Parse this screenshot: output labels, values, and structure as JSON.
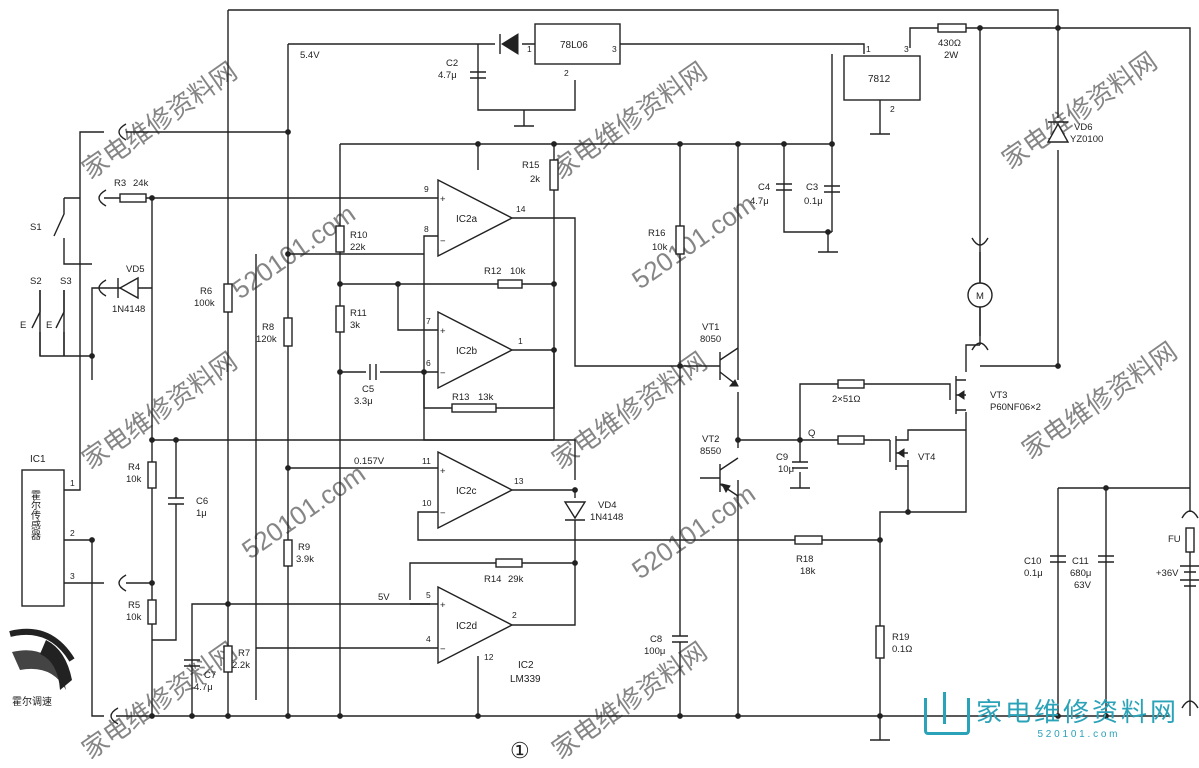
{
  "figure_number": "①",
  "ics": {
    "ic1": {
      "ref": "IC1",
      "name": "霍尔传感器",
      "pins": [
        "1",
        "2",
        "3"
      ]
    },
    "reg_78l06": {
      "name": "78L06",
      "pins": [
        "1",
        "2",
        "3"
      ]
    },
    "reg_7812": {
      "name": "7812",
      "pins": [
        "1",
        "2",
        "3"
      ]
    },
    "ic2_ref": "IC2",
    "ic2_part": "LM339",
    "comparators": {
      "a": {
        "name": "IC2a",
        "in_p": "9",
        "in_n": "8",
        "out": "14"
      },
      "b": {
        "name": "IC2b",
        "in_p": "7",
        "in_n": "6",
        "out": "1"
      },
      "c": {
        "name": "IC2c",
        "in_p": "11",
        "in_n": "10",
        "out": "13"
      },
      "d": {
        "name": "IC2d",
        "in_p": "5",
        "in_n": "4",
        "out": "2",
        "gnd": "12"
      }
    }
  },
  "resistors": {
    "r3": {
      "ref": "R3",
      "value": "24k"
    },
    "r4": {
      "ref": "R4",
      "value": "10k"
    },
    "r5": {
      "ref": "R5",
      "value": "10k"
    },
    "r6": {
      "ref": "R6",
      "value": "100k"
    },
    "r7": {
      "ref": "R7",
      "value": "2.2k"
    },
    "r8": {
      "ref": "R8",
      "value": "120k"
    },
    "r9": {
      "ref": "R9",
      "value": "3.9k"
    },
    "r10": {
      "ref": "R10",
      "value": "22k"
    },
    "r11": {
      "ref": "R11",
      "value": "3k"
    },
    "r12": {
      "ref": "R12",
      "value": "10k"
    },
    "r13": {
      "ref": "R13",
      "value": "13k"
    },
    "r14": {
      "ref": "R14",
      "value": "29k"
    },
    "r15": {
      "ref": "R15",
      "value": "2k"
    },
    "r16": {
      "ref": "R16",
      "value": "10k"
    },
    "r18": {
      "ref": "R18",
      "value": "18k"
    },
    "r19": {
      "ref": "R19",
      "value": "0.1Ω"
    },
    "r_430": {
      "ref": "430Ω",
      "value": "2W"
    },
    "r_gate": {
      "ref": "2×51Ω"
    }
  },
  "capacitors": {
    "c2": {
      "ref": "C2",
      "value": "4.7μ"
    },
    "c3": {
      "ref": "C3",
      "value": "0.1μ"
    },
    "c4": {
      "ref": "C4",
      "value": "4.7μ"
    },
    "c5": {
      "ref": "C5",
      "value": "3.3μ"
    },
    "c6": {
      "ref": "C6",
      "value": "1μ"
    },
    "c7": {
      "ref": "C7",
      "value": "4.7μ"
    },
    "c8": {
      "ref": "C8",
      "value": "100μ"
    },
    "c9": {
      "ref": "C9",
      "value": "10μ"
    },
    "c10": {
      "ref": "C10",
      "value": "0.1μ"
    },
    "c11": {
      "ref": "C11",
      "value": "680μ",
      "voltage": "63V"
    }
  },
  "diodes": {
    "vd4": {
      "ref": "VD4",
      "part": "1N4148"
    },
    "vd5": {
      "ref": "VD5",
      "part": "1N4148"
    },
    "vd6": {
      "ref": "VD6",
      "part": "YZ0100"
    }
  },
  "transistors": {
    "vt1": {
      "ref": "VT1",
      "part": "8050"
    },
    "vt2": {
      "ref": "VT2",
      "part": "8550"
    },
    "vt3": {
      "ref": "VT3",
      "part": "P60NF06×2"
    },
    "vt4": {
      "ref": "VT4"
    }
  },
  "switches": {
    "s1": "S1",
    "s2": "S2",
    "s3": "S3",
    "e1": "E",
    "e2": "E"
  },
  "voltages": {
    "v54": "5.4V",
    "v0157": "0.157V",
    "v5": "5V",
    "vsupply": "+36V"
  },
  "node_q": "Q",
  "motor": "M",
  "fuse": "FU",
  "hall_handle": "霍尔调速",
  "watermark": {
    "site": "520101.com",
    "cn": "家电维修资料网"
  },
  "brand": {
    "name": "家电维修资料网",
    "url": "5 2 0 1 0 1 . c o m"
  }
}
